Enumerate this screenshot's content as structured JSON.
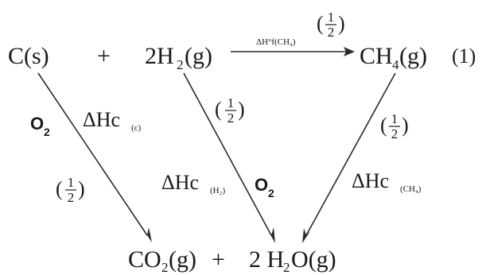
{
  "top_row": {
    "carbon": "C(s)",
    "plus": "+",
    "hydrogen_coef": "2H",
    "hydrogen_sub": "2",
    "hydrogen_state": "(g)",
    "methane": "CH",
    "methane_sub": "4",
    "methane_state": "(g)",
    "eq_number": "(1)"
  },
  "formation_arrow": {
    "label": "ΔH°f(CH₄)",
    "half_num": "1",
    "half_den": "2"
  },
  "left_branch": {
    "oxygen": "O",
    "oxygen_sub": "2",
    "dh": "ΔHc",
    "dh_sub": "(c)",
    "half_num": "1",
    "half_den": "2"
  },
  "middle_branch": {
    "half_num": "1",
    "half_den": "2",
    "dh": "ΔHc",
    "dh_sub": "(H₂)",
    "oxygen": "O",
    "oxygen_sub": "2"
  },
  "right_branch": {
    "half_num": "1",
    "half_den": "2",
    "dh": "ΔHc",
    "dh_sub": "(CH₄)"
  },
  "bottom_row": {
    "co2": "CO",
    "co2_sub": "2",
    "co2_state": "(g)",
    "plus": "+",
    "water_coef": "2 H",
    "water_sub": "2",
    "water_state": "O(g)"
  },
  "colors": {
    "ink": "#1a1a1a",
    "arrow": "#2a2a2a"
  }
}
